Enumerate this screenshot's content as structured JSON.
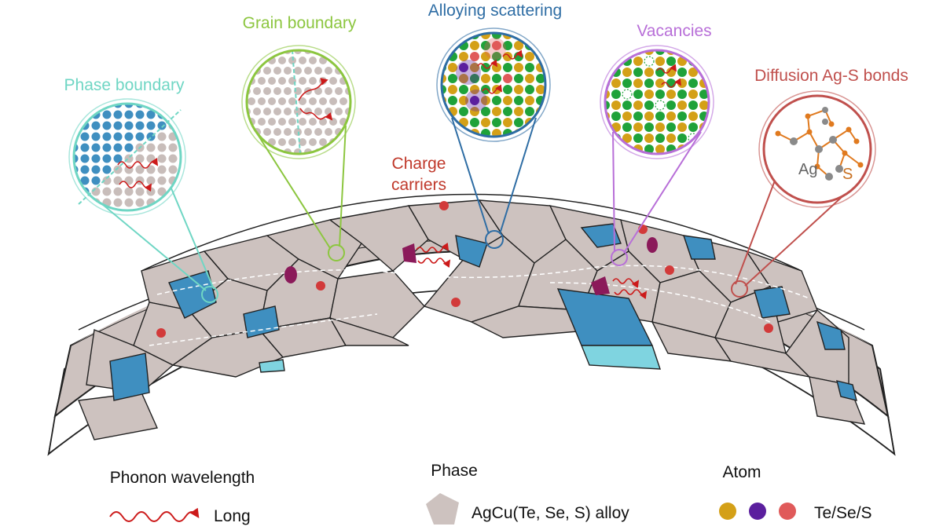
{
  "labels": {
    "phase_boundary": "Phase boundary",
    "grain_boundary": "Grain boundary",
    "alloying_scattering": "Alloying scattering",
    "vacancies": "Vacancies",
    "diffusion": "Diffusion Ag-S bonds",
    "charge_line1": "Charge",
    "charge_line2": "carriers",
    "ag": "Ag",
    "s": "S"
  },
  "legend": {
    "phonon_title": "Phonon wavelength",
    "phonon_long": "Long",
    "phase_title": "Phase",
    "phase_alloy": "AgCu(Te, Se, S) alloy",
    "atom_title": "Atom",
    "atom_types": "Te/Se/S"
  },
  "colors": {
    "phase_boundary": "#6fd6c4",
    "grain_boundary": "#8cc63f",
    "alloying": "#2e6da4",
    "vacancies": "#b86fd8",
    "diffusion": "#c0504d",
    "charge_text": "#c0392b",
    "grain_fill": "#cfc3c0",
    "blue_phase": "#3f8fc0",
    "cyan_phase": "#7fd4e0",
    "atom_te": "#d4a017",
    "atom_se": "#5b1f9e",
    "atom_s": "#e05a5a",
    "lattice_green": "#1fa23a",
    "phonon": "#cc1a1a"
  }
}
